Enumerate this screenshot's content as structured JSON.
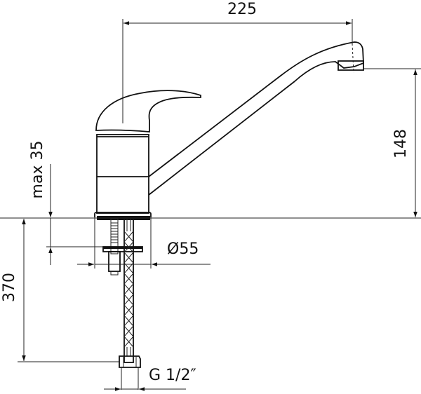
{
  "drawing": {
    "subject": "single-lever kitchen faucet technical drawing",
    "colors": {
      "line": "#111111",
      "background": "#ffffff"
    },
    "dimensions": {
      "spout_reach": "225",
      "spout_height": "148",
      "max_deck_thickness": "max 35",
      "base_diameter": "Ø55",
      "hose_length": "370",
      "connection_thread": "G 1/2″"
    }
  }
}
